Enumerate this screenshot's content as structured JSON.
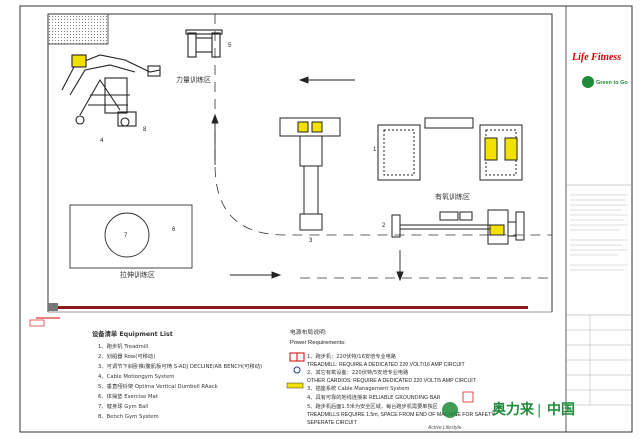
{
  "zones": {
    "strength": "力量训练区",
    "stretch": "拉伸训练区",
    "cardio": "有氧训练区"
  },
  "markers": [
    "1",
    "2",
    "3",
    "4",
    "5",
    "6",
    "7",
    "8"
  ],
  "equipment_list": {
    "title": "设备清单 Equipment List",
    "items": [
      "1、跑步机 Treadmill",
      "2、划船器 Row(可移动)",
      "3、可调节下斜卧推/腹肌板可椅 S-ADJ DECLINE/AB BENCH(可移动)",
      "4、Cable Motiongym System",
      "5、垂直哑铃架 Optima Vertical Dumbell RAack",
      "6、体操垫 Exercise Mat",
      "7、健身球 Gym Ball",
      "8、Bench Gym System"
    ]
  },
  "power": {
    "title_cn": "电源布局说明:",
    "title_en": "Power Requirements:",
    "lines": [
      "1、跑步机：220伏特/16安培专业电路",
      "TREADMILL:  REQUIRE A DEDICATED 220 VOLT/16 AMP CIRCUIT",
      "2、其它有氧设备：220伏特/5安培专业电路",
      "OTHER CARDIOS:  REQUIRE A DEDICATED 220 VOLT/5 AMP CIRCUIT",
      "3、插座系统 Cable Management System",
      "4、具有可靠的地线连接来  RELIABLE GROUNDING BAR",
      "5、跑步机后面1.5米为安全区域，每台跑步机需要单独区",
      "TREADMILLS REQUIRE 1.5m,  SPACE FROM END OF MACHINE FOR SAFETY.",
      "SEPERATE CIRCUIT"
    ]
  },
  "branding": {
    "logo1": "Life Fitness",
    "logo2": "Green to Go",
    "logo3": "Active Lifestyle",
    "footer_brand": "奥力来",
    "footer_sep": "|",
    "footer_country": "中国"
  },
  "colors": {
    "wall": "#8b1a1a",
    "highlight": "#f2e000",
    "accent": "#d40000",
    "brand_green": "#1f8b3a"
  }
}
